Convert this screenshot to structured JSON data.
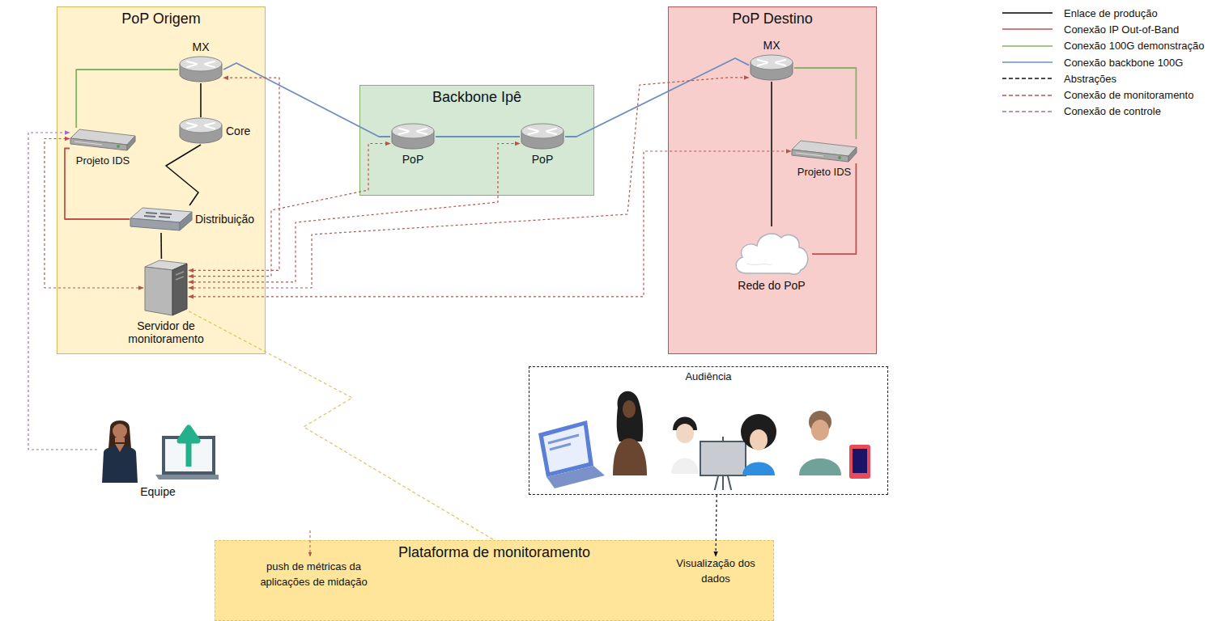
{
  "diagram": {
    "nodes": [
      {
        "text": [
          "PoP Origem"
        ]
      },
      {
        "text": [
          "MX"
        ],
        "in": 0
      },
      {
        "text": [
          "Core"
        ],
        "in": 0
      },
      {
        "text": [
          "Projeto IDS"
        ],
        "in": 0
      },
      {
        "text": [
          "Distribuição"
        ],
        "in": 0
      },
      {
        "text": [
          "Servidor de monitoramento"
        ],
        "in": 0
      },
      {
        "text": [
          "Backbone Ipê"
        ]
      },
      {
        "text": [
          "PoP"
        ],
        "in": 6
      },
      {
        "text": [
          "PoP"
        ],
        "in": 6
      },
      {
        "text": [
          "PoP Destino"
        ]
      },
      {
        "text": [
          "MX"
        ],
        "in": 9
      },
      {
        "text": [
          "Projeto IDS"
        ],
        "in": 9
      },
      {
        "text": [
          "Rede do PoP"
        ],
        "in": 9
      },
      {
        "text": [
          "Audiência"
        ]
      },
      {
        "text": [
          "Equipe"
        ]
      },
      {
        "text": [
          "Plataforma de monitoramento"
        ]
      },
      {
        "text": [
          "push de métricas da aplicações de midação"
        ],
        "in": 15
      },
      {
        "text": [
          "Visualização dos dados"
        ],
        "in": 15
      }
    ],
    "edges": [
      {
        "from": 1,
        "to": 3,
        "arrow": "none"
      },
      {
        "from": 1,
        "to": 2,
        "arrow": "none"
      },
      {
        "from": 2,
        "to": 4,
        "arrow": "none"
      },
      {
        "from": 4,
        "to": 5,
        "arrow": "none"
      },
      {
        "from": 3,
        "to": 4,
        "arrow": "none"
      },
      {
        "from": 1,
        "to": 7,
        "arrow": "none"
      },
      {
        "from": 7,
        "to": 8,
        "arrow": "none"
      },
      {
        "from": 8,
        "to": 10,
        "arrow": "none"
      },
      {
        "from": 10,
        "to": 11,
        "arrow": "none"
      },
      {
        "from": 10,
        "to": 12,
        "arrow": "none"
      },
      {
        "from": 12,
        "to": 11,
        "arrow": "none"
      },
      {
        "from": 5,
        "to": 1,
        "arrow": "both"
      },
      {
        "from": 5,
        "to": 3,
        "arrow": "both"
      },
      {
        "from": 5,
        "to": 7,
        "arrow": "both"
      },
      {
        "from": 5,
        "to": 8,
        "arrow": "both"
      },
      {
        "from": 5,
        "to": 10,
        "arrow": "both"
      },
      {
        "from": 5,
        "to": 11,
        "arrow": "both"
      },
      {
        "from": 14,
        "to": 3,
        "arrow": "to"
      },
      {
        "from": 5,
        "to": 15,
        "arrow": "none"
      },
      {
        "from": 13,
        "to": 17,
        "arrow": "to"
      }
    ],
    "legend": [
      {
        "text": "Enlace de produção"
      },
      {
        "text": "Conexão IP Out-of-Band"
      },
      {
        "text": "Conexão 100G demonstração"
      },
      {
        "text": "Conexão backbone 100G"
      },
      {
        "text": "Abstrações"
      },
      {
        "text": "Conexão de monitoramento"
      },
      {
        "text": "Conexão de controle"
      }
    ]
  }
}
